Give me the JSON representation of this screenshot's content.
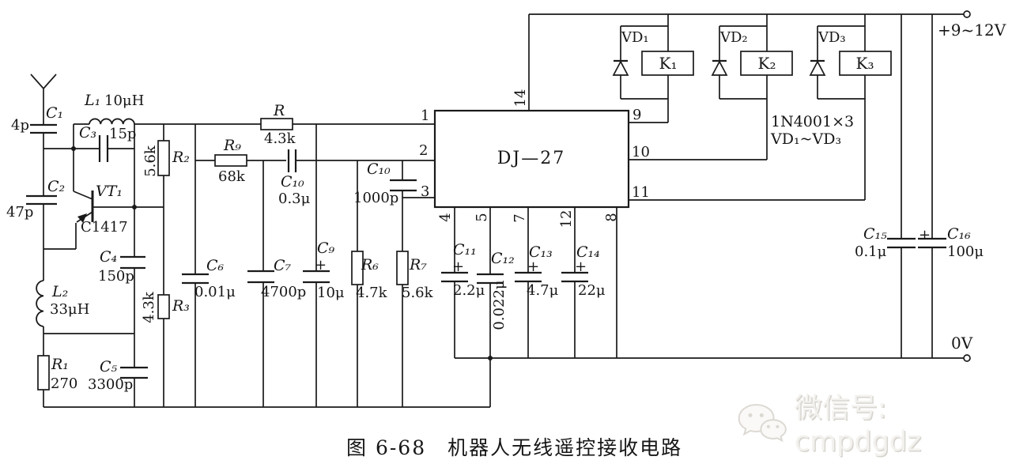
{
  "caption": "图 6-68　机器人无线遥控接收电路",
  "watermark": {
    "icon": "wechat-icon",
    "text": "微信号: cmpdgdz"
  },
  "accent_colors": {
    "line": "#1a1a1a",
    "background": "#ffffff",
    "watermark": "#f3f2ef"
  },
  "labels": {
    "c1": "C₁",
    "v_c1": "4p",
    "c2": "C₂",
    "v_c2": "47p",
    "c3": "C₃",
    "v_c3": "15p",
    "l1": "L₁",
    "v_l1": "10μH",
    "l2": "L₂",
    "v_l2": "33μH",
    "c4": "C₄",
    "v_c4": "150p",
    "c5": "C₅",
    "v_c5": "3300p",
    "r1": "R₁",
    "v_r1": "270",
    "vt1": "VT₁",
    "part_vt1": "C1417",
    "r2": "R₂",
    "v_r2": "5.6k",
    "r3": "R₃",
    "v_r3": "4.3k",
    "c6": "C₆",
    "v_c6": "0.01μ",
    "r9": "R₉",
    "v_r9": "68k",
    "r": "R",
    "v_r": "4.3k",
    "c10a": "C₁₀",
    "v_c10a": "0.3μ",
    "c7": "C₇",
    "v_c7": "4700p",
    "c9": "C₉",
    "plus_c9": "+",
    "v_c9": "10μ",
    "r6": "R₆",
    "v_r6": "4.7k",
    "r7": "R₇",
    "v_r7": "5.6k",
    "c10b": "C₁₀",
    "v_c10b": "1000p",
    "c11": "C₁₁",
    "plus_c11": "+",
    "v_c11": "2.2μ",
    "c12": "C₁₂",
    "v_c12": "0.022μ",
    "c13": "C₁₃",
    "plus_c13": "+",
    "v_c13": "4.7μ",
    "c14": "C₁₄",
    "plus_c14": "+",
    "v_c14": "22μ",
    "c15": "C₁₅",
    "v_c15": "0.1μ",
    "c16": "C₁₆",
    "plus_c16": "+",
    "v_c16": "100μ",
    "pin1": "1",
    "pin2": "2",
    "pin3": "3",
    "pin4": "4",
    "pin5": "5",
    "pin7": "7",
    "pin12": "12",
    "pin8": "8",
    "pin9": "9",
    "pin10": "10",
    "pin11": "11",
    "pin14": "14",
    "ic": "DJ—27",
    "note1": "1N4001×3",
    "note2": "VD₁~VD₃",
    "vd1": "VD₁",
    "vd2": "VD₂",
    "vd3": "VD₃",
    "k1": "K₁",
    "k2": "K₂",
    "k3": "K₃",
    "vcc": "+9~12V",
    "gnd": "0V"
  }
}
